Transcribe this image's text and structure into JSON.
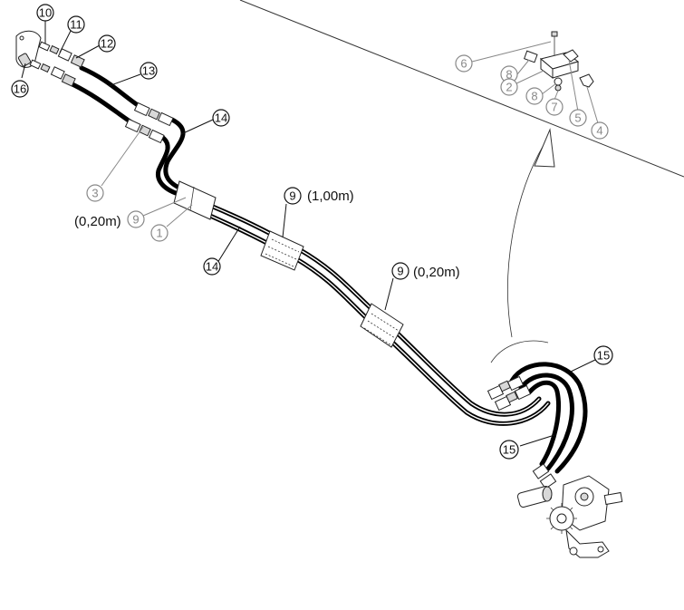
{
  "callouts": [
    {
      "id": "c10",
      "label": "10",
      "tone": "dark"
    },
    {
      "id": "c11",
      "label": "11",
      "tone": "dark"
    },
    {
      "id": "c12",
      "label": "12",
      "tone": "dark"
    },
    {
      "id": "c13",
      "label": "13",
      "tone": "dark"
    },
    {
      "id": "c16",
      "label": "16",
      "tone": "dark"
    },
    {
      "id": "c14a",
      "label": "14",
      "tone": "dark"
    },
    {
      "id": "c3",
      "label": "3",
      "tone": "light"
    },
    {
      "id": "c9a",
      "label": "9",
      "tone": "light"
    },
    {
      "id": "c1",
      "label": "1",
      "tone": "light"
    },
    {
      "id": "c14b",
      "label": "14",
      "tone": "dark"
    },
    {
      "id": "c9b",
      "label": "9",
      "tone": "dark"
    },
    {
      "id": "c9c",
      "label": "9",
      "tone": "dark"
    },
    {
      "id": "c15a",
      "label": "15",
      "tone": "dark"
    },
    {
      "id": "c15b",
      "label": "15",
      "tone": "dark"
    },
    {
      "id": "c6",
      "label": "6",
      "tone": "light"
    },
    {
      "id": "c8a",
      "label": "8",
      "tone": "light"
    },
    {
      "id": "c2",
      "label": "2",
      "tone": "light"
    },
    {
      "id": "c8b",
      "label": "8",
      "tone": "light"
    },
    {
      "id": "c7",
      "label": "7",
      "tone": "light"
    },
    {
      "id": "c5",
      "label": "5",
      "tone": "light"
    },
    {
      "id": "c4",
      "label": "4",
      "tone": "light"
    }
  ],
  "notes": {
    "length_left": "(0,20m)",
    "length_mid": "(1,00m)",
    "length_right": "(0,20m)"
  }
}
